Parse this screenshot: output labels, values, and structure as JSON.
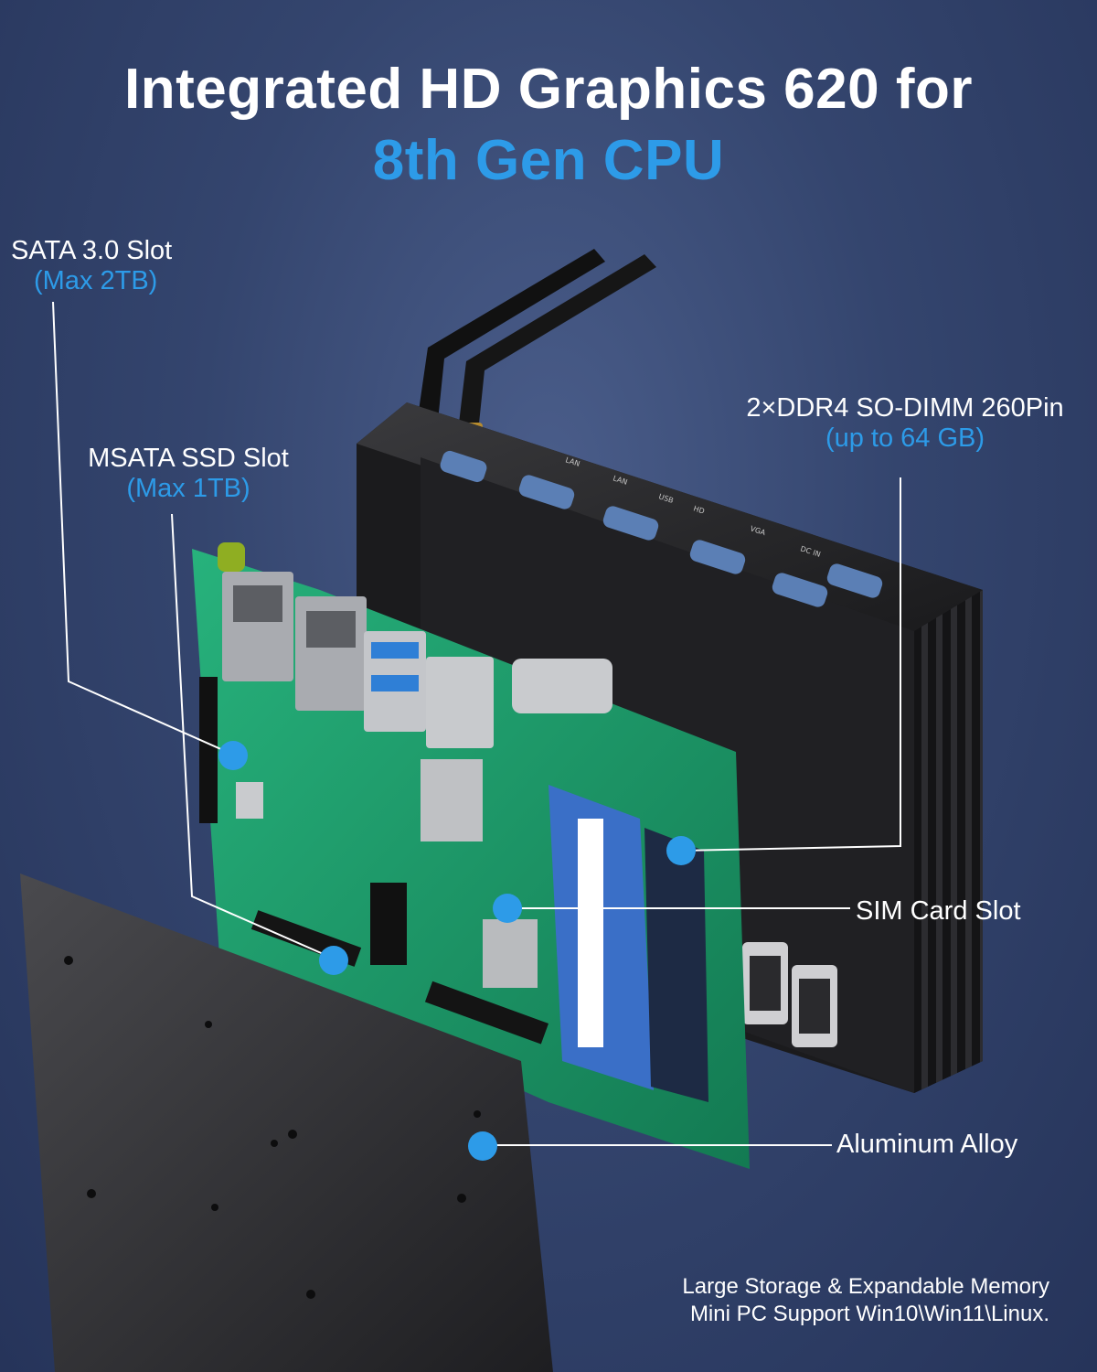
{
  "headline": {
    "line1": "Integrated HD Graphics 620 for",
    "line2": "8th Gen CPU"
  },
  "callouts": {
    "sata": {
      "title": "SATA 3.0 Slot",
      "sub": "(Max 2TB)"
    },
    "msata": {
      "title": "MSATA SSD Slot",
      "sub": "(Max 1TB)"
    },
    "ddr4": {
      "title": "2×DDR4 SO-DIMM 260Pin",
      "sub": "(up to 64 GB)"
    },
    "sim": {
      "title": "SIM Card Slot"
    },
    "aluminum": {
      "title": "Aluminum Alloy"
    }
  },
  "port_labels": [
    "LAN",
    "LAN",
    "USB",
    "HD",
    "VGA",
    "DC IN"
  ],
  "footnote": {
    "line1": "Large Storage & Expandable Memory",
    "line2": "Mini PC Support Win10\\Win11\\Linux."
  },
  "colors": {
    "accent": "#2d9be8",
    "pcb_green": "#1f9a6a",
    "chassis": "#1c1c1e",
    "text": "#ffffff"
  }
}
